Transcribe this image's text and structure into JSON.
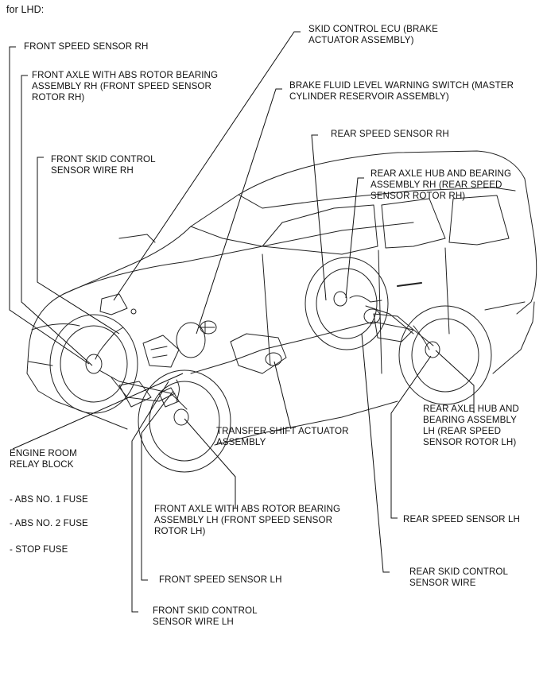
{
  "header": "for LHD:",
  "labels": {
    "front_speed_sensor_rh": "FRONT SPEED SENSOR RH",
    "front_axle_rh": "FRONT AXLE WITH ABS ROTOR BEARING\nASSEMBLY RH (FRONT SPEED SENSOR\nROTOR RH)",
    "front_skid_wire_rh": "FRONT SKID CONTROL\nSENSOR WIRE RH",
    "skid_control_ecu": "SKID CONTROL ECU (BRAKE\nACTUATOR ASSEMBLY)",
    "brake_fluid_switch": "BRAKE FLUID LEVEL WARNING SWITCH (MASTER\nCYLINDER RESERVOIR ASSEMBLY)",
    "rear_speed_sensor_rh": "REAR SPEED SENSOR RH",
    "rear_axle_hub_rh": "REAR AXLE HUB AND BEARING\nASSEMBLY RH (REAR SPEED\nSENSOR ROTOR RH)",
    "engine_room_relay": "ENGINE ROOM\nRELAY BLOCK",
    "transfer_shift": "TRANSFER SHIFT ACTUATOR\nASSEMBLY",
    "rear_axle_hub_lh": "REAR AXLE HUB AND\nBEARING ASSEMBLY\nLH (REAR SPEED\nSENSOR ROTOR LH)",
    "front_axle_lh": "FRONT AXLE WITH ABS ROTOR BEARING\nASSEMBLY LH (FRONT SPEED SENSOR\nROTOR LH)",
    "rear_speed_sensor_lh": "REAR SPEED SENSOR LH",
    "front_speed_sensor_lh": "FRONT SPEED SENSOR LH",
    "rear_skid_wire": "REAR SKID CONTROL\nSENSOR WIRE",
    "front_skid_wire_lh": "FRONT SKID CONTROL\nSENSOR WIRE LH"
  },
  "fuses": [
    "- ABS NO. 1 FUSE",
    "- ABS NO. 2 FUSE",
    "- STOP FUSE"
  ]
}
